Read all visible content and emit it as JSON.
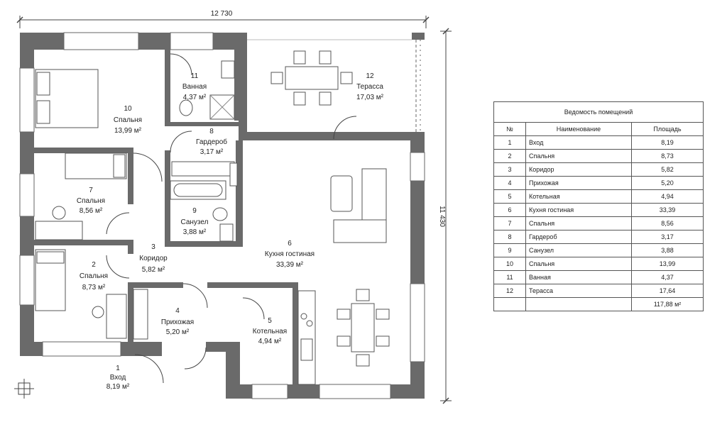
{
  "dimensions": {
    "width_label": "12 730",
    "height_label": "11 430"
  },
  "rooms": [
    {
      "num": "1",
      "name": "Вход",
      "area": "8,19 м²"
    },
    {
      "num": "2",
      "name": "Спальня",
      "area": "8,73 м²"
    },
    {
      "num": "3",
      "name": "Коридор",
      "area": "5,82 м²"
    },
    {
      "num": "4",
      "name": "Прихожая",
      "area": "5,20 м²"
    },
    {
      "num": "5",
      "name": "Котельная",
      "area": "4,94 м²"
    },
    {
      "num": "6",
      "name": "Кухня гостиная",
      "area": "33,39 м²"
    },
    {
      "num": "7",
      "name": "Спальня",
      "area": "8,56 м²"
    },
    {
      "num": "8",
      "name": "Гардероб",
      "area": "3,17 м²"
    },
    {
      "num": "9",
      "name": "Санузел",
      "area": "3,88 м²"
    },
    {
      "num": "10",
      "name": "Спальня",
      "area": "13,99 м²"
    },
    {
      "num": "11",
      "name": "Ванная",
      "area": "4,37 м²"
    },
    {
      "num": "12",
      "name": "Терасса",
      "area": "17,03 м²"
    }
  ],
  "schedule": {
    "title": "Ведомость помещений",
    "headers": [
      "№",
      "Наименование",
      "Площадь"
    ],
    "rows": [
      [
        "1",
        "Вход",
        "8,19"
      ],
      [
        "2",
        "Спальня",
        "8,73"
      ],
      [
        "3",
        "Коридор",
        "5,82"
      ],
      [
        "4",
        "Прихожая",
        "5,20"
      ],
      [
        "5",
        "Котельная",
        "4,94"
      ],
      [
        "6",
        "Кухня гостиная",
        "33,39"
      ],
      [
        "7",
        "Спальня",
        "8,56"
      ],
      [
        "8",
        "Гардероб",
        "3,17"
      ],
      [
        "9",
        "Санузел",
        "3,88"
      ],
      [
        "10",
        "Спальня",
        "13,99"
      ],
      [
        "11",
        "Ванная",
        "4,37"
      ],
      [
        "12",
        "Терасса",
        "17,64"
      ]
    ],
    "total": "117,88 м²"
  }
}
